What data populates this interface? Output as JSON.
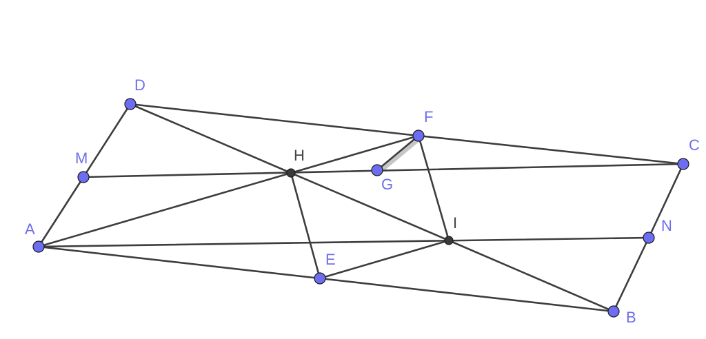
{
  "diagram": {
    "free_point_color": "#6d6df2",
    "intersection_point_color": "#3a3a3a",
    "label_color_free": "#6f6fe8",
    "label_color_intersection": "#444444",
    "points": [
      {
        "id": "A",
        "label": "A",
        "kind": "free"
      },
      {
        "id": "B",
        "label": "B",
        "kind": "free"
      },
      {
        "id": "C",
        "label": "C",
        "kind": "free"
      },
      {
        "id": "D",
        "label": "D",
        "kind": "free"
      },
      {
        "id": "E",
        "label": "E",
        "kind": "free"
      },
      {
        "id": "F",
        "label": "F",
        "kind": "free"
      },
      {
        "id": "G",
        "label": "G",
        "kind": "free"
      },
      {
        "id": "M",
        "label": "M",
        "kind": "free"
      },
      {
        "id": "N",
        "label": "N",
        "kind": "free"
      },
      {
        "id": "H",
        "label": "H",
        "kind": "intersection"
      },
      {
        "id": "I",
        "label": "I",
        "kind": "intersection"
      }
    ],
    "segments": [
      [
        "A",
        "M"
      ],
      [
        "M",
        "D"
      ],
      [
        "D",
        "F"
      ],
      [
        "F",
        "C"
      ],
      [
        "C",
        "N"
      ],
      [
        "N",
        "B"
      ],
      [
        "B",
        "E"
      ],
      [
        "E",
        "A"
      ],
      [
        "A",
        "H"
      ],
      [
        "H",
        "F"
      ],
      [
        "D",
        "H"
      ],
      [
        "H",
        "I"
      ],
      [
        "I",
        "B"
      ],
      [
        "M",
        "C"
      ],
      [
        "A",
        "N"
      ],
      [
        "H",
        "E"
      ],
      [
        "E",
        "I"
      ],
      [
        "F",
        "I"
      ]
    ],
    "highlighted_segments": [
      [
        "F",
        "G"
      ]
    ]
  }
}
